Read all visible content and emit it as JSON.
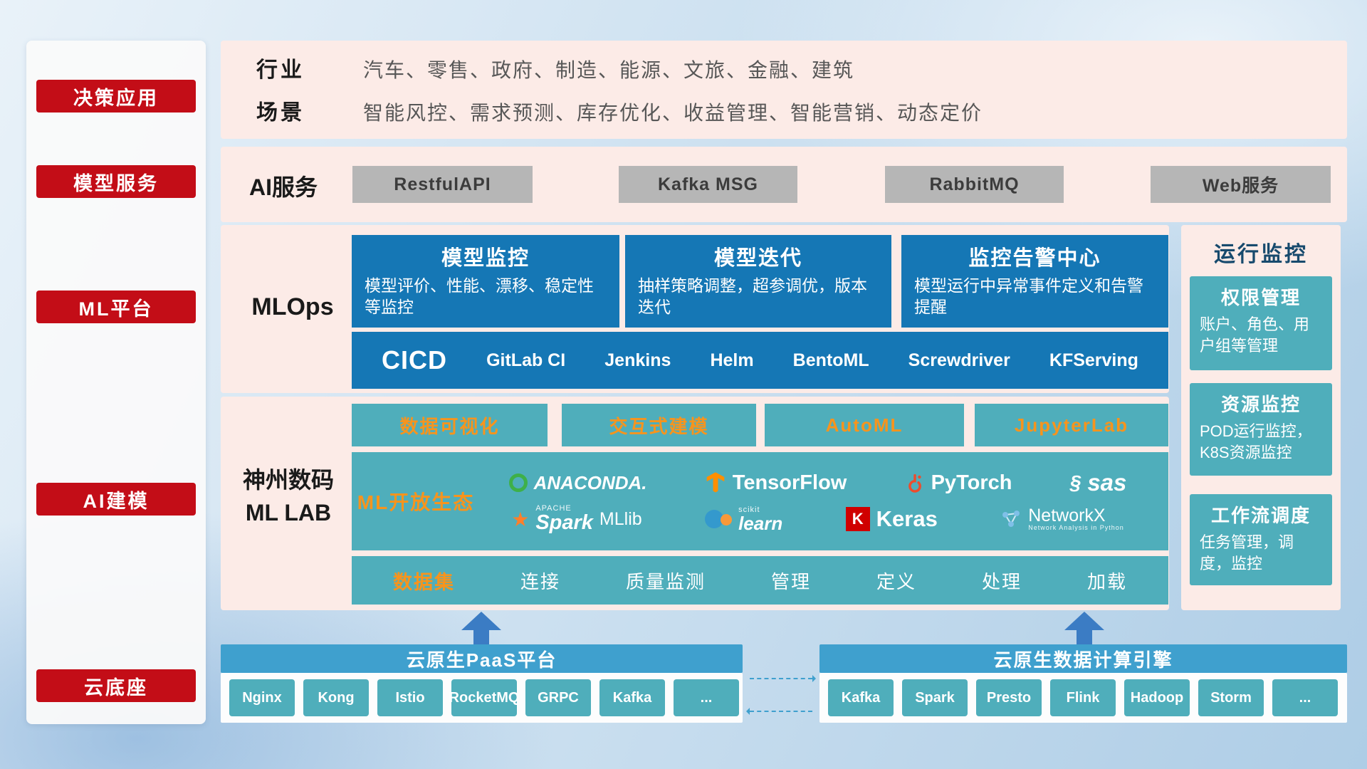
{
  "colors": {
    "accent_red": "#c30d17",
    "band_pink": "#fcebe7",
    "deep_blue": "#1577b5",
    "teal": "#4faebb",
    "orange": "#f7941d",
    "header_blue": "#3fa0ce",
    "gray_button": "#b6b6b6",
    "arrow_blue": "#3b7cc4"
  },
  "sidebar": {
    "items": [
      {
        "label": "决策应用"
      },
      {
        "label": "模型服务"
      },
      {
        "label": "ML平台"
      },
      {
        "label": "AI建模"
      },
      {
        "label": "云底座"
      }
    ]
  },
  "layers": {
    "app": {
      "rows": [
        {
          "label": "行业",
          "text": "汽车、零售、政府、制造、能源、文旅、金融、建筑"
        },
        {
          "label": "场景",
          "text": "智能风控、需求预测、库存优化、收益管理、智能营销、动态定价"
        }
      ]
    },
    "service": {
      "label": "AI服务",
      "buttons": [
        "RestfulAPI",
        "Kafka MSG",
        "RabbitMQ",
        "Web服务"
      ]
    },
    "mlops": {
      "label": "MLOps",
      "cards": [
        {
          "title": "模型监控",
          "desc": "模型评价、性能、漂移、稳定性等监控"
        },
        {
          "title": "模型迭代",
          "desc": "抽样策略调整，超参调优，版本迭代"
        },
        {
          "title": "监控告警中心",
          "desc": "模型运行中异常事件定义和告警提醒"
        }
      ],
      "cicd_title": "CICD",
      "cicd_tools": [
        "GitLab CI",
        "Jenkins",
        "Helm",
        "BentoML",
        "Screwdriver",
        "KFServing"
      ]
    },
    "mllab": {
      "label_line1": "神州数码",
      "label_line2": "ML LAB",
      "tabs": [
        "数据可视化",
        "交互式建模",
        "AutoML",
        "JupyterLab"
      ],
      "ecosystem_label": "ML开放生态",
      "logos": [
        {
          "name": "anaconda",
          "text": "ANACONDA."
        },
        {
          "name": "tensorflow",
          "text": "TensorFlow"
        },
        {
          "name": "pytorch",
          "text": "PyTorch"
        },
        {
          "name": "sas",
          "icon": "§",
          "text": "sas"
        },
        {
          "name": "spark",
          "top": "APACHE",
          "text": "Spark",
          "suffix": "MLlib"
        },
        {
          "name": "scikit-learn",
          "top": "scikit",
          "text": "learn"
        },
        {
          "name": "keras",
          "icon_letter": "K",
          "text": "Keras"
        },
        {
          "name": "networkx",
          "text": "NetworkX",
          "subtitle": "Network Analysis in Python"
        }
      ],
      "data_label": "数据集",
      "data_ops": [
        "连接",
        "质量监测",
        "管理",
        "定义",
        "处理",
        "加载"
      ]
    },
    "monitor": {
      "title": "运行监控",
      "cards": [
        {
          "title": "权限管理",
          "desc": "账户、角色、用户组等管理"
        },
        {
          "title": "资源监控",
          "desc": "POD运行监控，K8S资源监控"
        },
        {
          "title": "工作流调度",
          "desc": "任务管理，调度，监控"
        }
      ]
    },
    "cloud": {
      "left": {
        "title": "云原生PaaS平台",
        "items": [
          "Nginx",
          "Kong",
          "Istio",
          "RocketMQ",
          "GRPC",
          "Kafka",
          "..."
        ]
      },
      "right": {
        "title": "云原生数据计算引擎",
        "items": [
          "Kafka",
          "Spark",
          "Presto",
          "Flink",
          "Hadoop",
          "Storm",
          "..."
        ]
      }
    }
  }
}
